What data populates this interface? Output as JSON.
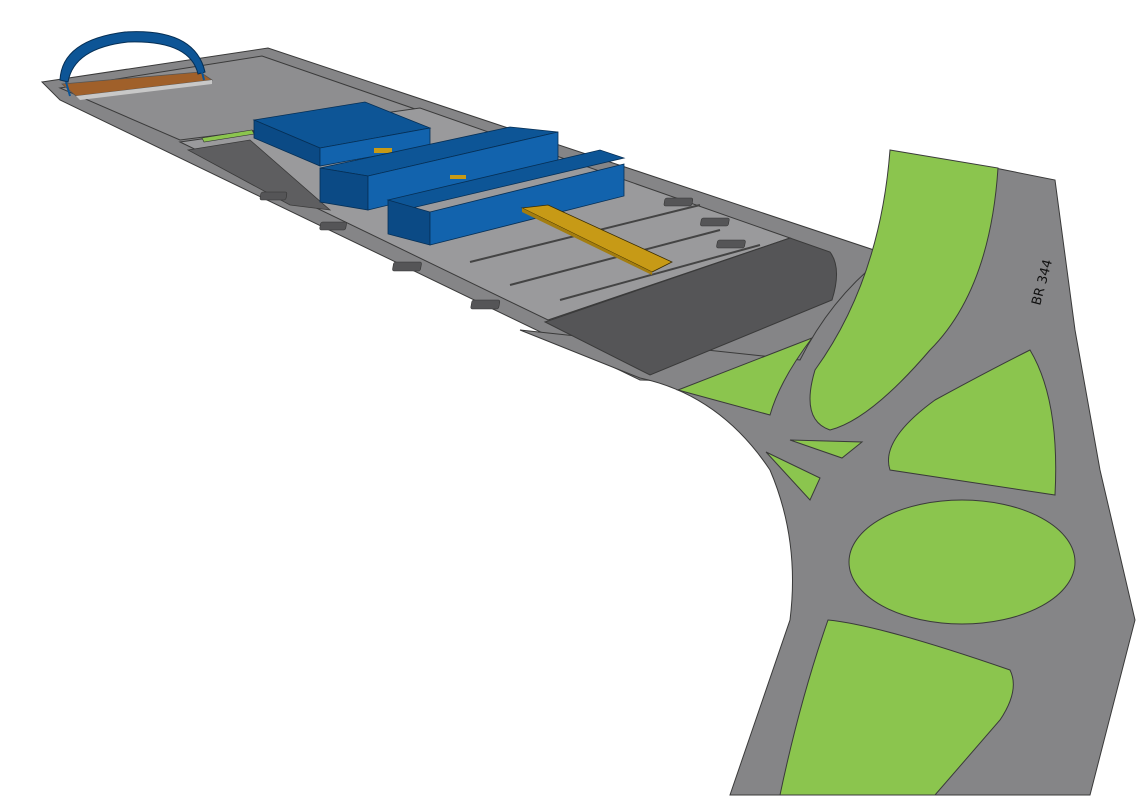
{
  "diagram": {
    "title": "",
    "road_label": "BR 344",
    "colors": {
      "background": "#ffffff",
      "road": "#858587",
      "road_outline": "#3a3a3a",
      "lot_light": "#9a9a9c",
      "lot_dark": "#555557",
      "grass": "#8bc54e",
      "building_roof": "#0d5596",
      "building_wall": "#1263ad",
      "building_wall_dark": "#0b4a85",
      "canopy": "#c79a16",
      "court": "#a0602a"
    },
    "elements": [
      {
        "id": "covered-court",
        "type": "sports-court"
      },
      {
        "id": "building-1",
        "type": "building"
      },
      {
        "id": "building-2",
        "type": "building"
      },
      {
        "id": "building-3",
        "type": "building"
      },
      {
        "id": "covered-walkway",
        "type": "canopy"
      },
      {
        "id": "parking-lot",
        "type": "parking"
      },
      {
        "id": "roundabout",
        "type": "road"
      },
      {
        "id": "highway",
        "type": "road",
        "label": "BR 344"
      }
    ]
  }
}
